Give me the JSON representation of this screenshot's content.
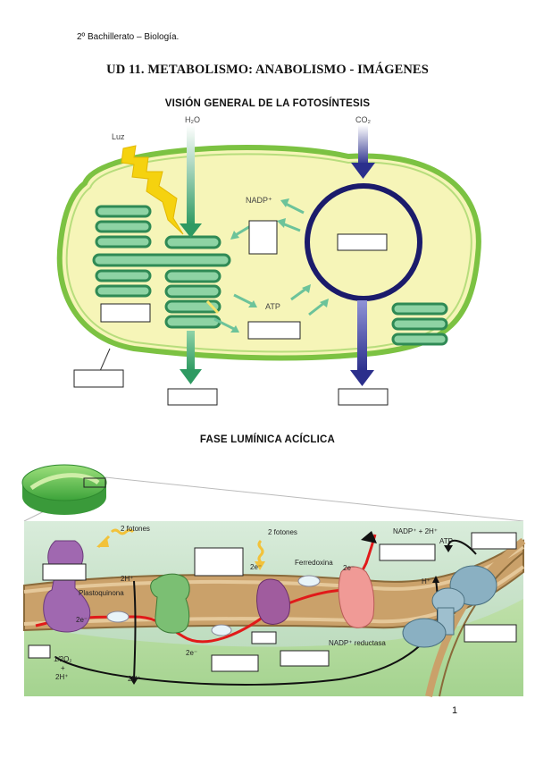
{
  "header": "2º Bachillerato – Biología.",
  "title": "UD 11. METABOLISMO: ANABOLISMO - IMÁGENES",
  "section1": {
    "title": "VISIÓN GENERAL DE LA FOTOSÍNTESIS",
    "labels": {
      "h2o": "H₂O",
      "co2": "CO₂",
      "luz": "Luz",
      "nadp": "NADP⁺",
      "atp": "ATP"
    }
  },
  "section2": {
    "title": "FASE LUMÍNICA ACÍCLICA",
    "labels": {
      "fotones1": "2 fotones",
      "fotones2": "2 fotones",
      "nadp_eq": "NADP⁺ + 2H⁺",
      "atp": "ATP",
      "h_plus_top": "2H⁺",
      "plastoquinona": "Plastoquinona",
      "two_e1": "2e⁻",
      "two_e2": "2e⁻",
      "two_e3": "2e⁻",
      "two_e4": "2e⁻",
      "ferredoxina": "Ferredoxina",
      "h_plus_right": "H⁺",
      "o2": "1/2O₂",
      "plus": "+",
      "two_h1": "2H⁺",
      "two_h2": "2H⁺",
      "reductasa": "NADP⁺ reductasa"
    }
  },
  "page_number": "1",
  "colors": {
    "stroma": "#f6f5b8",
    "chloroplast_border": "#7cc242",
    "grana": "#8ed3a4",
    "grana_border": "#2f8a55",
    "calvin": "#1b1b6b",
    "arrow_green": "#2e9a62",
    "arrow_blue": "#2b2f8c",
    "light_yellow": "#f5d20f",
    "membrane": "#caa16a"
  }
}
